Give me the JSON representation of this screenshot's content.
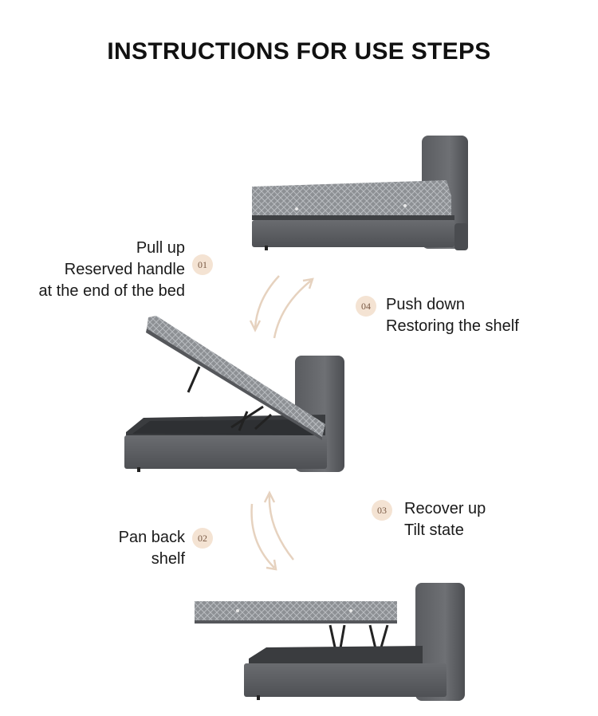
{
  "page_title": "INSTRUCTIONS FOR USE STEPS",
  "steps": [
    {
      "number": "01",
      "lines": [
        "Pull up",
        "Reserved handle",
        "at the end of the bed"
      ]
    },
    {
      "number": "02",
      "lines": [
        "Pan back",
        "shelf"
      ]
    },
    {
      "number": "03",
      "lines": [
        "Recover up",
        "Tilt state"
      ]
    },
    {
      "number": "04",
      "lines": [
        "Push down",
        "Restoring the shelf"
      ]
    }
  ],
  "colors": {
    "badge_bg": "#f4e3d3",
    "badge_text": "#7a5a45",
    "arrow": "#e3cdb8",
    "bed_frame": "#5b5d60",
    "mattress": "#8a8c90"
  },
  "illustrations": [
    "bed-closed",
    "bed-tilted-open",
    "bed-lifted-flat"
  ]
}
